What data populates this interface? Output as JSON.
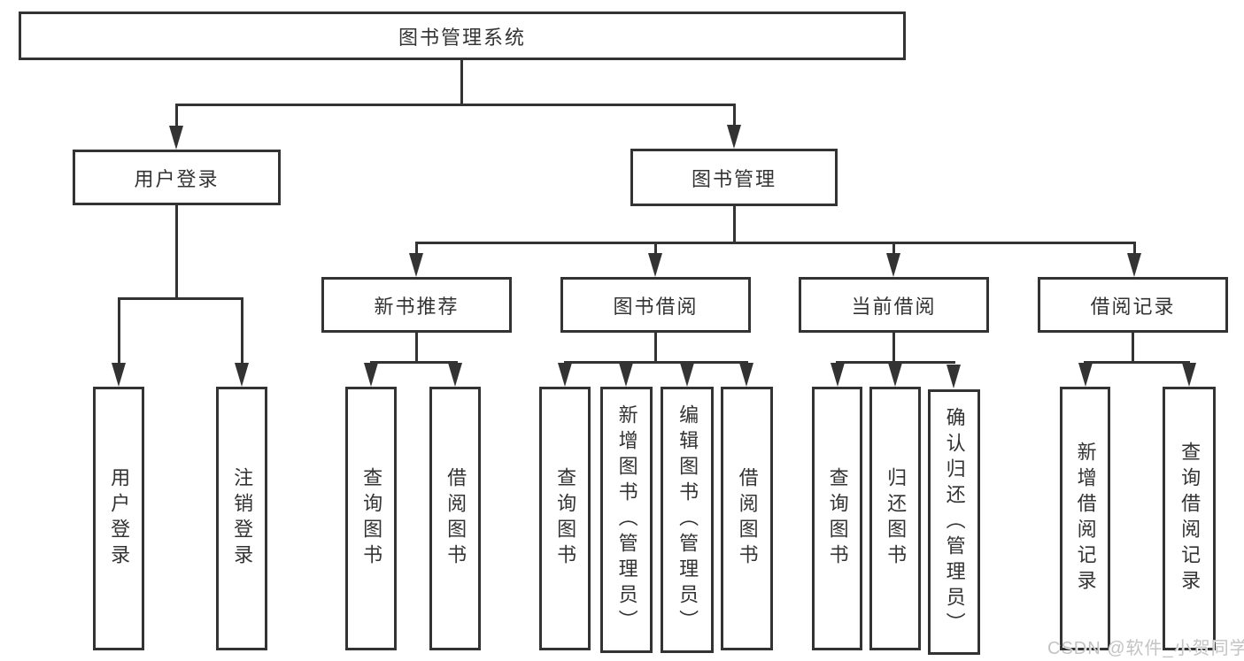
{
  "title": "图书管理系统",
  "tree": {
    "label": "图书管理系统",
    "children": [
      {
        "label": "用户登录",
        "children": [
          {
            "label": "用户登录"
          },
          {
            "label": "注销登录"
          }
        ]
      },
      {
        "label": "图书管理",
        "children": [
          {
            "label": "新书推荐",
            "children": [
              {
                "label": "查询图书"
              },
              {
                "label": "借阅图书"
              }
            ]
          },
          {
            "label": "图书借阅",
            "children": [
              {
                "label": "查询图书"
              },
              {
                "label": "新增图书（管理员）"
              },
              {
                "label": "编辑图书（管理员）"
              },
              {
                "label": "借阅图书"
              }
            ]
          },
          {
            "label": "当前借阅",
            "children": [
              {
                "label": "查询图书"
              },
              {
                "label": "归还图书"
              },
              {
                "label": "确认归还（管理员）"
              }
            ]
          },
          {
            "label": "借阅记录",
            "children": [
              {
                "label": "新增借阅记录"
              },
              {
                "label": "查询借阅记录"
              }
            ]
          }
        ]
      }
    ]
  },
  "watermark": "CSDN @软件_小贺同学",
  "colors": {
    "line": "#333333",
    "box_border": "#333333",
    "box_fill": "#ffffff",
    "text": "#333333",
    "watermark": "#c3c3c3",
    "background": "#ffffff"
  }
}
